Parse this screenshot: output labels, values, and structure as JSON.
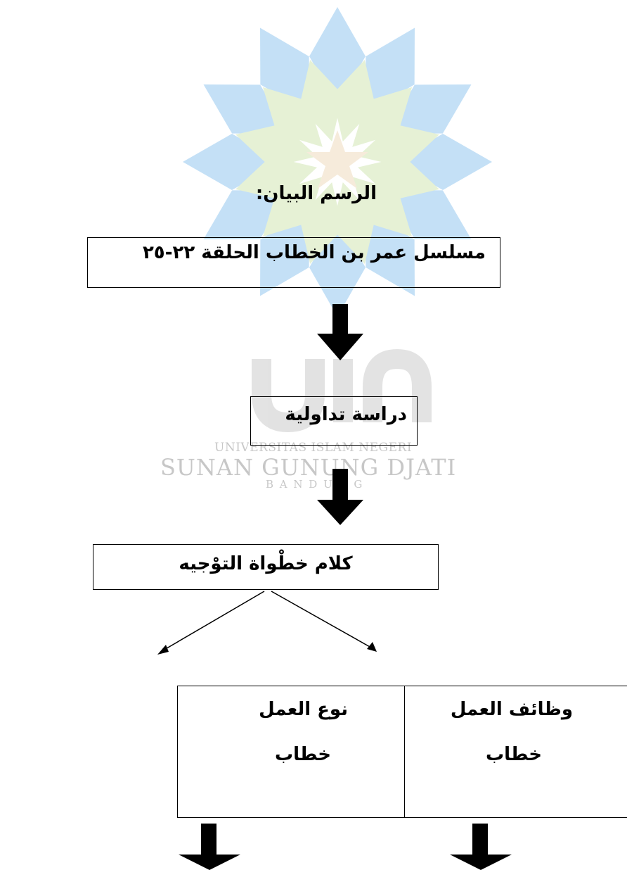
{
  "heading": "الرسم البيان:",
  "box_series": "مسلسل عمر بن الخطاب الحلقة ٢٢-٢٥",
  "box_study": "دراسة تداولية",
  "box_speech": "كلام خطْواة التوْجيه",
  "cell_type": {
    "title": "نوع العمل",
    "value": "خطاب"
  },
  "cell_function": {
    "title": "وظائف العمل",
    "value": "خطاب"
  },
  "watermark": {
    "logo": "uin",
    "line1": "UNIVERSITAS ISLAM NEGERI",
    "line2": "SUNAN GUNUNG DJATI",
    "line3": "B A N D U N G",
    "colors": {
      "blue": "#5aa9e6",
      "green": "#b8d98a",
      "star": "#e8c89a"
    }
  }
}
